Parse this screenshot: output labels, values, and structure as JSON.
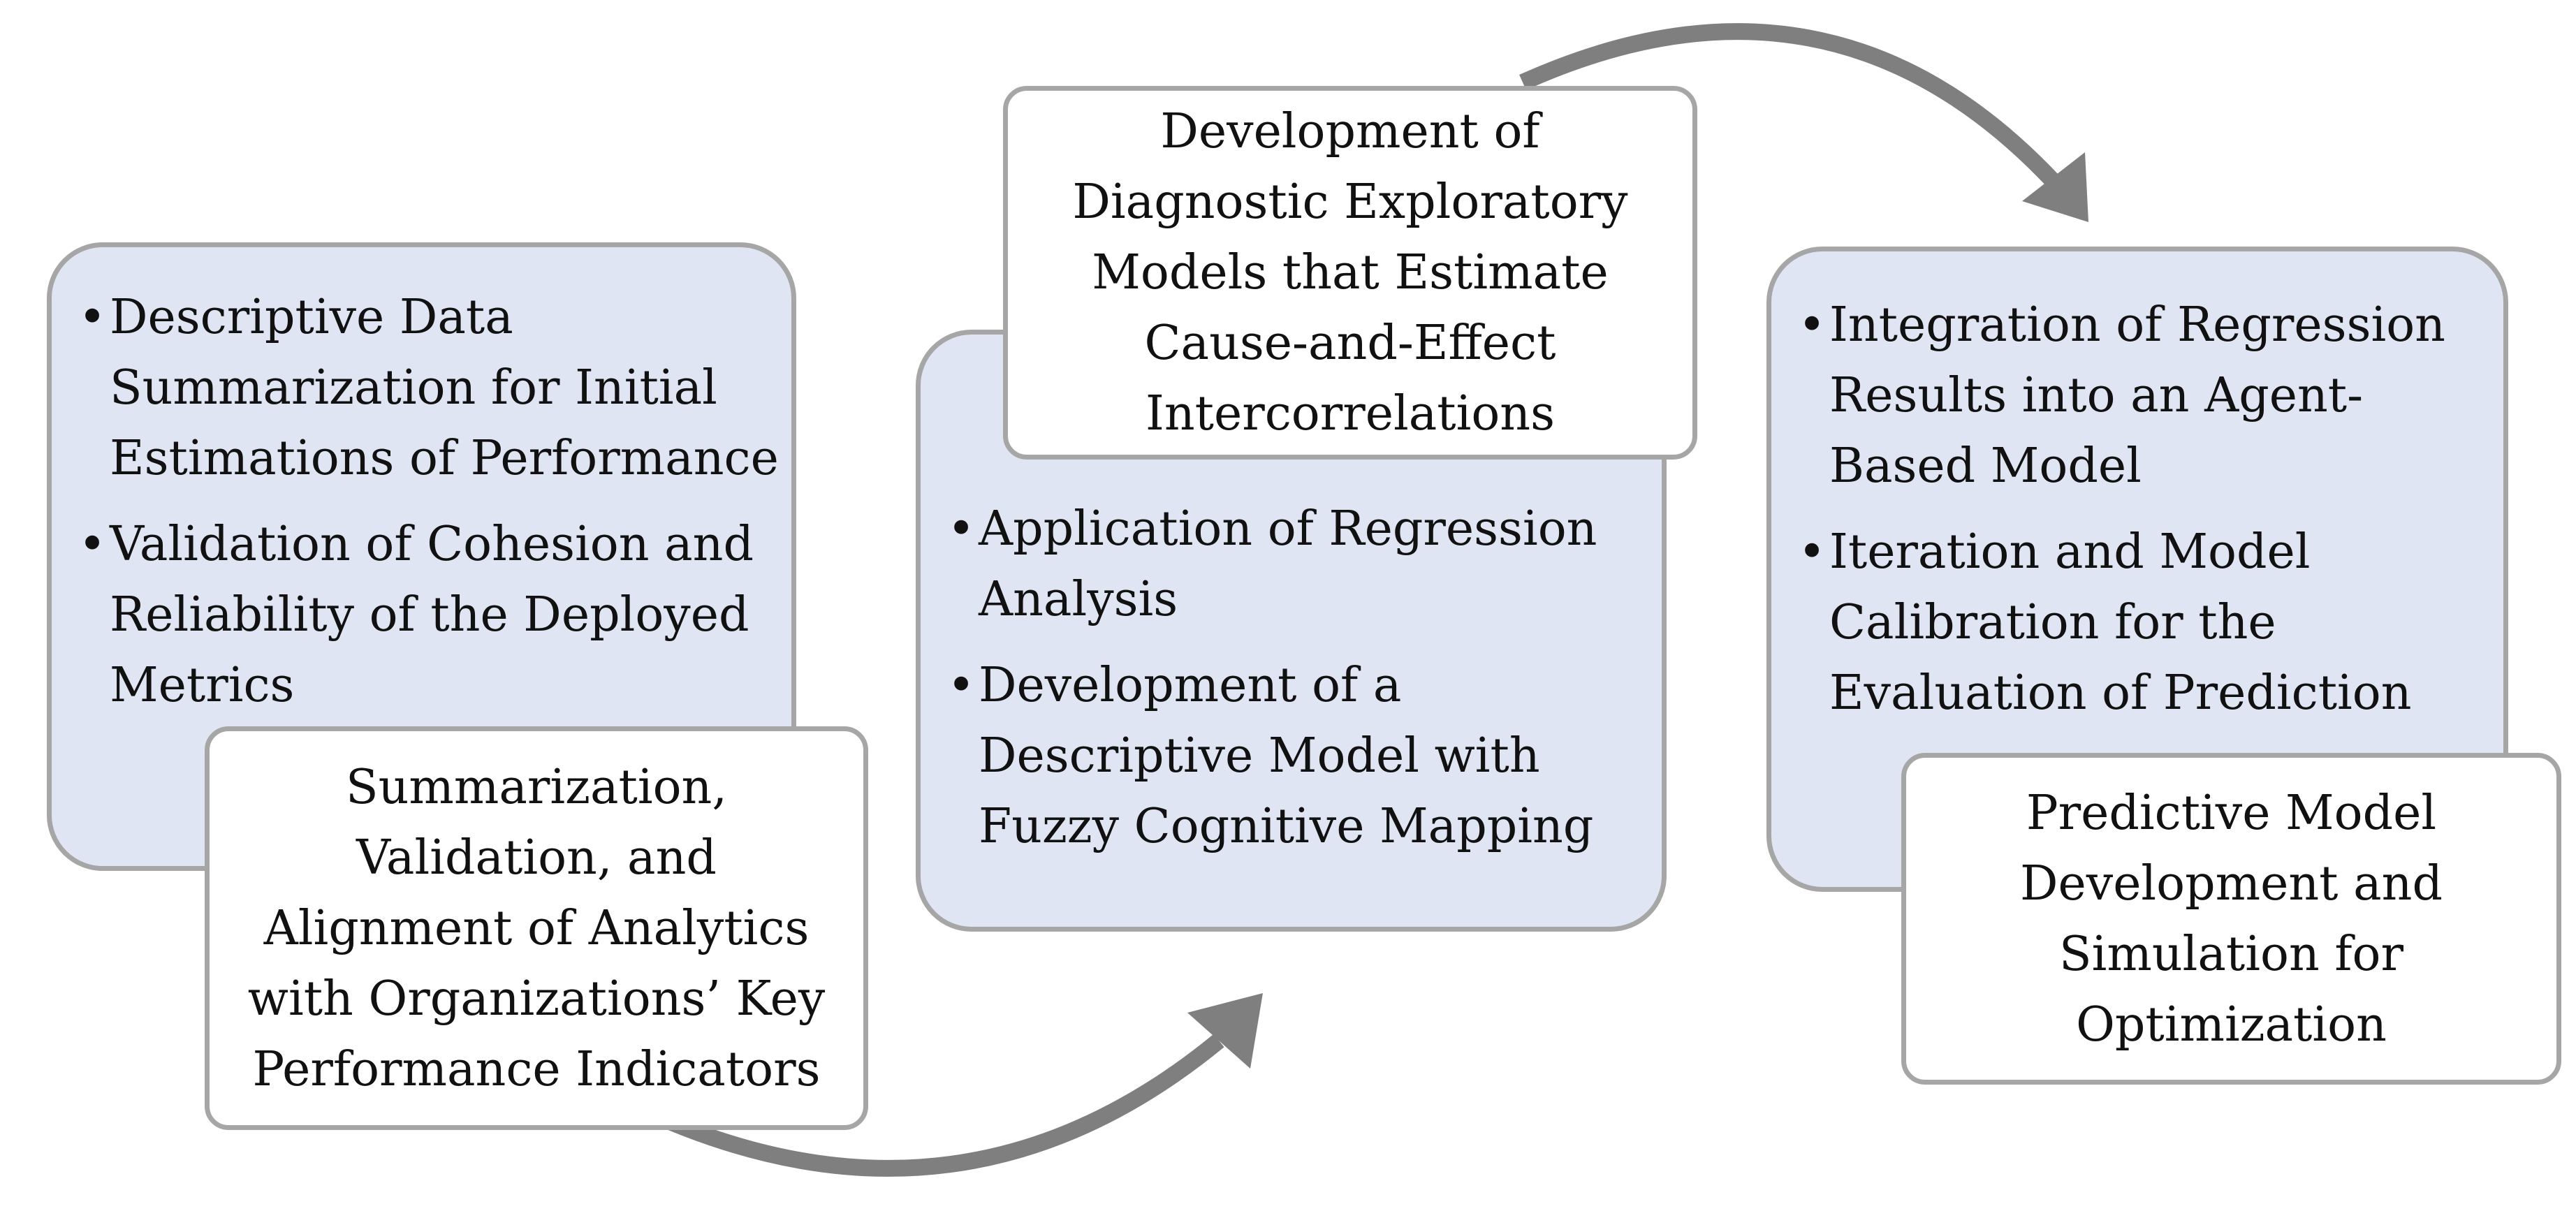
{
  "colors": {
    "panel_fill": "#dfe5f2",
    "border": "#a6a6a6",
    "arrow": "#7f7f7f",
    "text": "#111111"
  },
  "stages": [
    {
      "title": "Summarization, Validation, and Alignment of Analytics with Organizations’ Key Performance Indicators",
      "bullets": [
        "Descriptive Data Summarization for Initial Estimations of Performance",
        "Validation of Cohesion and Reliability of the Deployed Metrics"
      ]
    },
    {
      "title": "Development of Diagnostic Exploratory Models that Estimate Cause-and-Effect Intercorrelations",
      "bullets": [
        "Application of Regression Analysis",
        "Development of a Descriptive Model with Fuzzy Cognitive Mapping"
      ]
    },
    {
      "title": "Predictive Model Development and Simulation for Optimization",
      "bullets": [
        "Integration of Regression Results into an Agent-Based Model",
        "Iteration and Model Calibration for the Evaluation of Prediction"
      ]
    }
  ],
  "connectors": [
    {
      "from": "stage-1",
      "to": "stage-2",
      "icon": "curved-arrow-icon"
    },
    {
      "from": "stage-2",
      "to": "stage-3",
      "icon": "curved-arrow-icon"
    }
  ]
}
